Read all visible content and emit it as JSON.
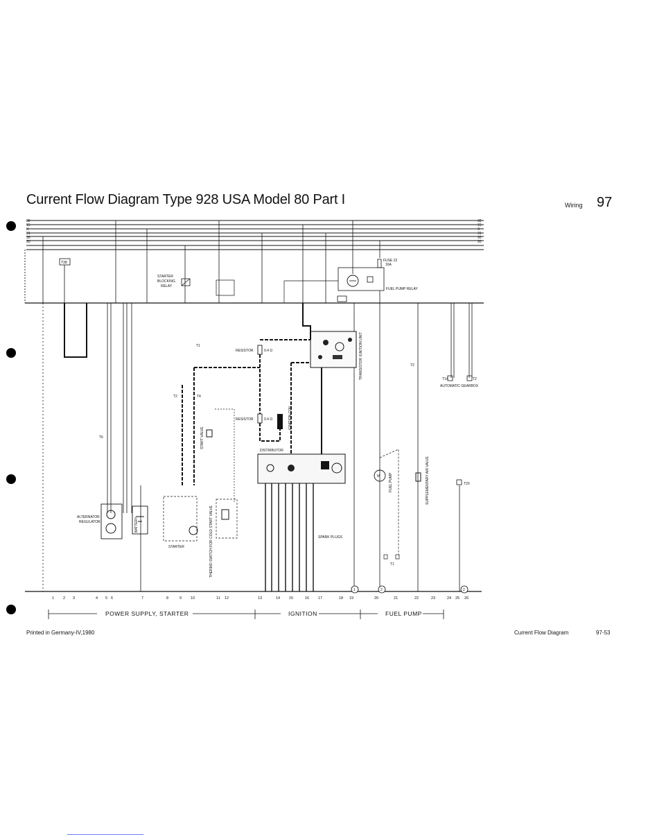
{
  "header": {
    "title": "Current Flow Diagram Type 928 USA  Model 80 Part I",
    "section": "Wiring",
    "page_number": "97"
  },
  "footer": {
    "printed": "Printed in Germany-IV,1980",
    "doc_title": "Current Flow Diagram",
    "doc_code": "97-53"
  },
  "bus_labels": {
    "left": [
      "30",
      "15",
      "X",
      "31",
      "30",
      "30"
    ],
    "right": [
      "30",
      "15",
      "X",
      "31",
      "30",
      "30"
    ]
  },
  "components": {
    "starter_blocking_relay": [
      "STARTER",
      "BLOCKING",
      "RELAY"
    ],
    "fuel_pump_relay": "FUEL PUMP RELAY",
    "fuse": [
      "FUSE 22",
      "16A"
    ],
    "resistor_1": "RESISTOR",
    "resistor_1_value": "0.4 Ω",
    "resistor_2": "RESISTOR",
    "resistor_2_value": "0.4 Ω",
    "ignition_coil": "IGNITION COIL",
    "transistor_unit": "TRANSISTOR IGNITION UNIT",
    "distributor": "DISTRIBUTOR",
    "spark_plugs": "SPARK PLUGS",
    "alternator": [
      "ALTERNATOR",
      "REGULATOR"
    ],
    "battery": "BATTERY",
    "starter": "STARTER",
    "start_valve": "START VALVE",
    "thermo_switch": "THERMO SWITCH FOR COLD START VALVE",
    "fuel_pump": "FUEL PUMP",
    "auxiliary_air_valve": "SUPPLEMENTARY AIR VALVE",
    "automatic_gearbox": "AUTOMATIC GEARBOX"
  },
  "connectors": [
    "T1",
    "T2",
    "T4",
    "T6",
    "T14",
    "T2",
    "T1",
    "T2",
    "T38",
    "T20"
  ],
  "grid_numbers": [
    "1",
    "2",
    "3",
    "4",
    "5",
    "6",
    "7",
    "8",
    "9",
    "10",
    "11",
    "12",
    "13",
    "14",
    "15",
    "16",
    "17",
    "18",
    "19",
    "20",
    "21",
    "22",
    "23",
    "24",
    "25",
    "26"
  ],
  "sections": {
    "power": "POWER SUPPLY, STARTER",
    "ignition": "IGNITION",
    "fuel": "FUEL PUMP"
  },
  "circled": [
    "1",
    "2",
    "2"
  ]
}
